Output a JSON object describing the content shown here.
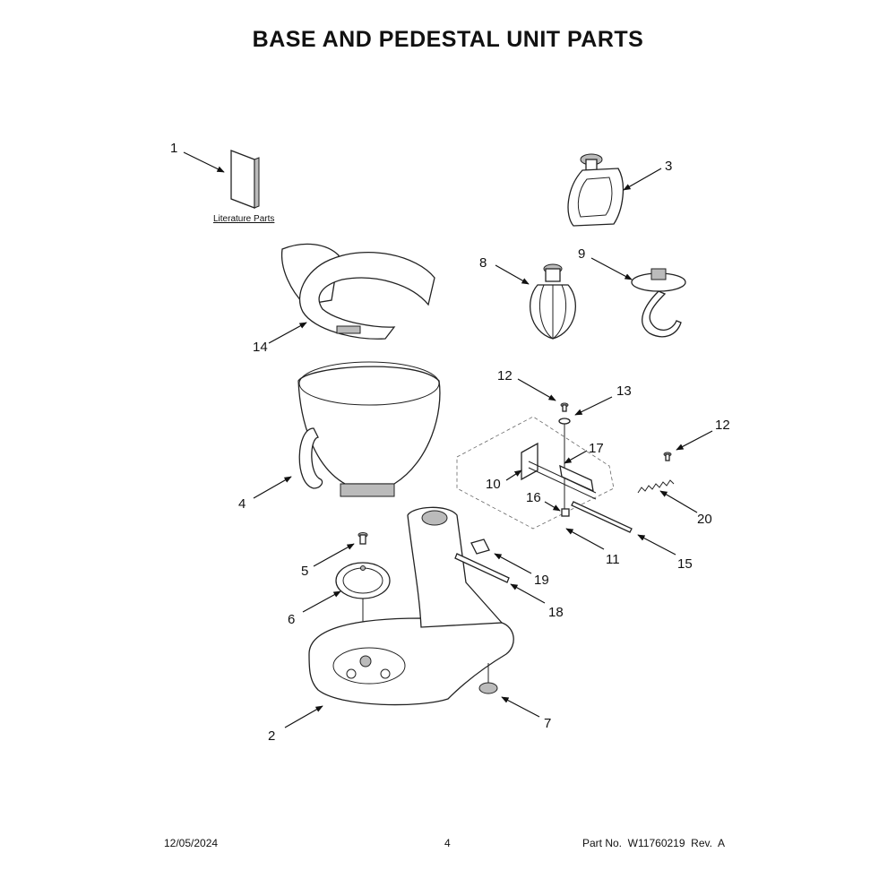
{
  "title": "BASE AND PEDESTAL UNIT PARTS",
  "literature_label": "Literature Parts",
  "callouts": {
    "c1": "1",
    "c2": "2",
    "c3": "3",
    "c4": "4",
    "c5": "5",
    "c6": "6",
    "c7": "7",
    "c8": "8",
    "c9": "9",
    "c10": "10",
    "c11": "11",
    "c12a": "12",
    "c12b": "12",
    "c13": "13",
    "c14": "14",
    "c15": "15",
    "c16": "16",
    "c17": "17",
    "c18": "18",
    "c19": "19",
    "c20": "20"
  },
  "footer": {
    "date": "12/05/2024",
    "page": "4",
    "part_number": "Part No.  W11760219  Rev.  A"
  }
}
